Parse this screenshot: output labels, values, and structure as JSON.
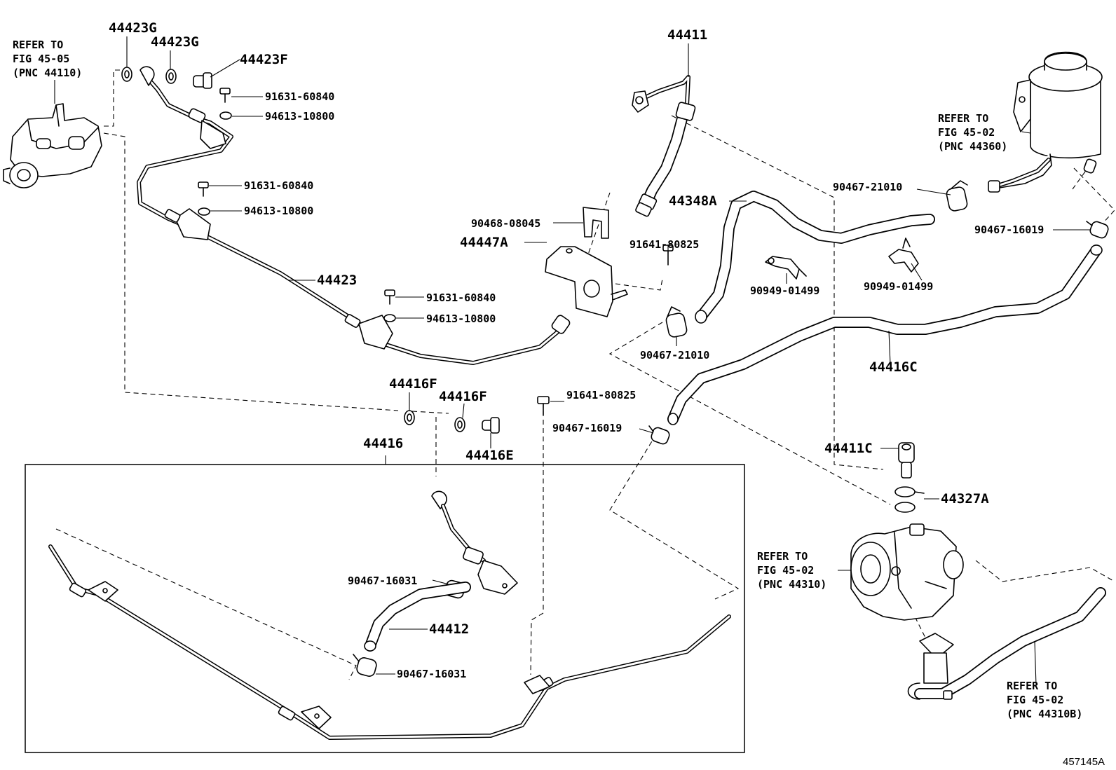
{
  "diagram": {
    "figure_number": "457145A",
    "kit_label": "44416",
    "parts": {
      "p44423G_a": "44423G",
      "p44423G_b": "44423G",
      "p44423F": "44423F",
      "p91631_a": "91631-60840",
      "p94613_a": "94613-10800",
      "p91631_b": "91631-60840",
      "p94613_b": "94613-10800",
      "p44423": "44423",
      "p91631_c": "91631-60840",
      "p94613_c": "94613-10800",
      "p90468": "90468-08045",
      "p44447A": "44447A",
      "p44411": "44411",
      "p44348A": "44348A",
      "p91641_a": "91641-80825",
      "p90949_a": "90949-01499",
      "p90949_b": "90949-01499",
      "p90467_21010_a": "90467-21010",
      "p90467_21010_b": "90467-21010",
      "p90467_16019_a": "90467-16019",
      "p90467_16019_b": "90467-16019",
      "p44416C": "44416C",
      "p44416F_a": "44416F",
      "p44416F_b": "44416F",
      "p44416E": "44416E",
      "p91641_b": "91641-80825",
      "p44411C": "44411C",
      "p44327A": "44327A",
      "p90467_16031_a": "90467-16031",
      "p44412": "44412",
      "p90467_16031_b": "90467-16031"
    },
    "refs": {
      "ref_44110": [
        "REFER TO",
        "FIG 45-05",
        "(PNC 44110)"
      ],
      "ref_44360": [
        "REFER TO",
        "FIG 45-02",
        "(PNC 44360)"
      ],
      "ref_44310": [
        "REFER TO",
        "FIG 45-02",
        "(PNC 44310)"
      ],
      "ref_44310B": [
        "REFER TO",
        "FIG 45-02",
        "(PNC 44310B)"
      ]
    }
  }
}
